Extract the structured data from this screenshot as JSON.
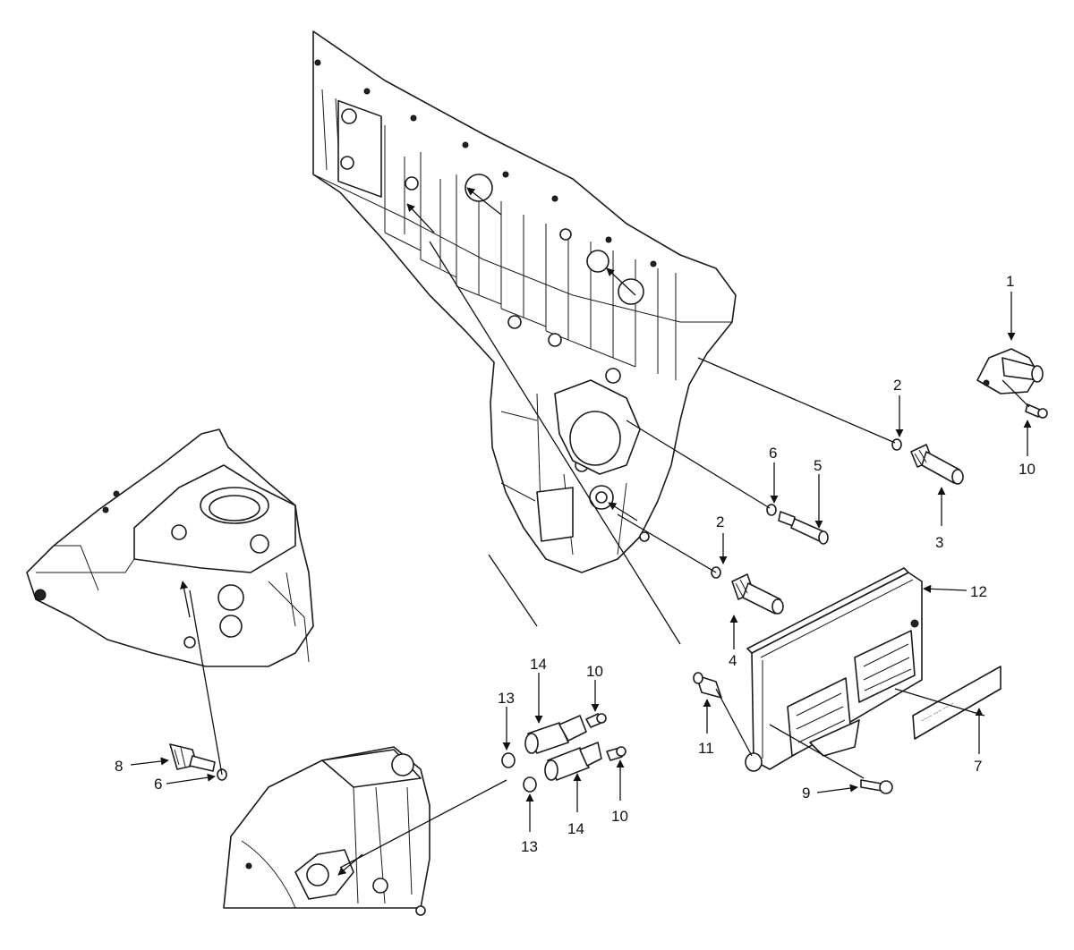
{
  "callouts": [
    {
      "id": "c1",
      "text": "1"
    },
    {
      "id": "c2a",
      "text": "2"
    },
    {
      "id": "c2b",
      "text": "2"
    },
    {
      "id": "c3",
      "text": "3"
    },
    {
      "id": "c4",
      "text": "4"
    },
    {
      "id": "c5",
      "text": "5"
    },
    {
      "id": "c6a",
      "text": "6"
    },
    {
      "id": "c6b",
      "text": "6"
    },
    {
      "id": "c7",
      "text": "7"
    },
    {
      "id": "c8",
      "text": "8"
    },
    {
      "id": "c9",
      "text": "9"
    },
    {
      "id": "c10a",
      "text": "10"
    },
    {
      "id": "c10b",
      "text": "10"
    },
    {
      "id": "c10c",
      "text": "10"
    },
    {
      "id": "c11",
      "text": "11"
    },
    {
      "id": "c12",
      "text": "12"
    },
    {
      "id": "c13a",
      "text": "13"
    },
    {
      "id": "c13b",
      "text": "13"
    },
    {
      "id": "c14a",
      "text": "14"
    },
    {
      "id": "c14b",
      "text": "14"
    }
  ],
  "colors": {
    "line": "#111111",
    "background": "#ffffff"
  }
}
